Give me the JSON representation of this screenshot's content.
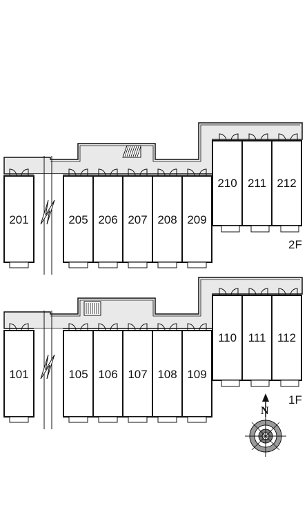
{
  "floors": [
    {
      "floor_label": "2F",
      "units_left": [
        "201",
        "205",
        "206",
        "207",
        "208",
        "209"
      ],
      "units_right": [
        "210",
        "211",
        "212"
      ]
    },
    {
      "floor_label": "1F",
      "units_left": [
        "101",
        "105",
        "106",
        "107",
        "108",
        "109"
      ],
      "units_right": [
        "110",
        "111",
        "112"
      ]
    }
  ],
  "compass": {
    "north_label": "N"
  },
  "colors": {
    "corridor": "#e9e9e9",
    "line": "#111111",
    "unit_fill": "#ffffff"
  }
}
